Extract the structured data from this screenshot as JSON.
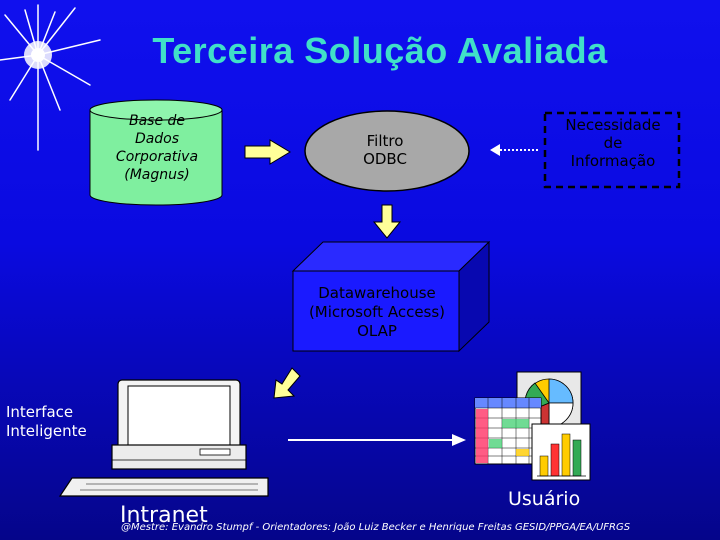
{
  "title": "Terceira Solução Avaliada",
  "colors": {
    "background": "#0a0ae0",
    "title": "#40e0c8",
    "database": "#7fef9f",
    "filter": "#a8a8a8",
    "warehouse": "#1a1aff",
    "arrow": "#ffff99"
  },
  "nodes": {
    "database": {
      "lines": [
        "Base de",
        "Dados",
        "Corporativa",
        "(Magnus)"
      ]
    },
    "filter": {
      "lines": [
        "Filtro",
        "ODBC"
      ]
    },
    "need": {
      "lines": [
        "Necessidade",
        "de",
        "Informação"
      ]
    },
    "warehouse": {
      "lines": [
        "Datawarehouse",
        "(Microsoft Access)",
        "OLAP"
      ]
    },
    "interface": {
      "lines": [
        "Interface",
        "Inteligente"
      ]
    },
    "intranet": "Intranet",
    "user": "Usuário"
  },
  "footer": "@Mestre: Evandro Stumpf - Orientadores: João Luiz Becker e Henrique Freitas GESID/PPGA/EA/UFRGS"
}
